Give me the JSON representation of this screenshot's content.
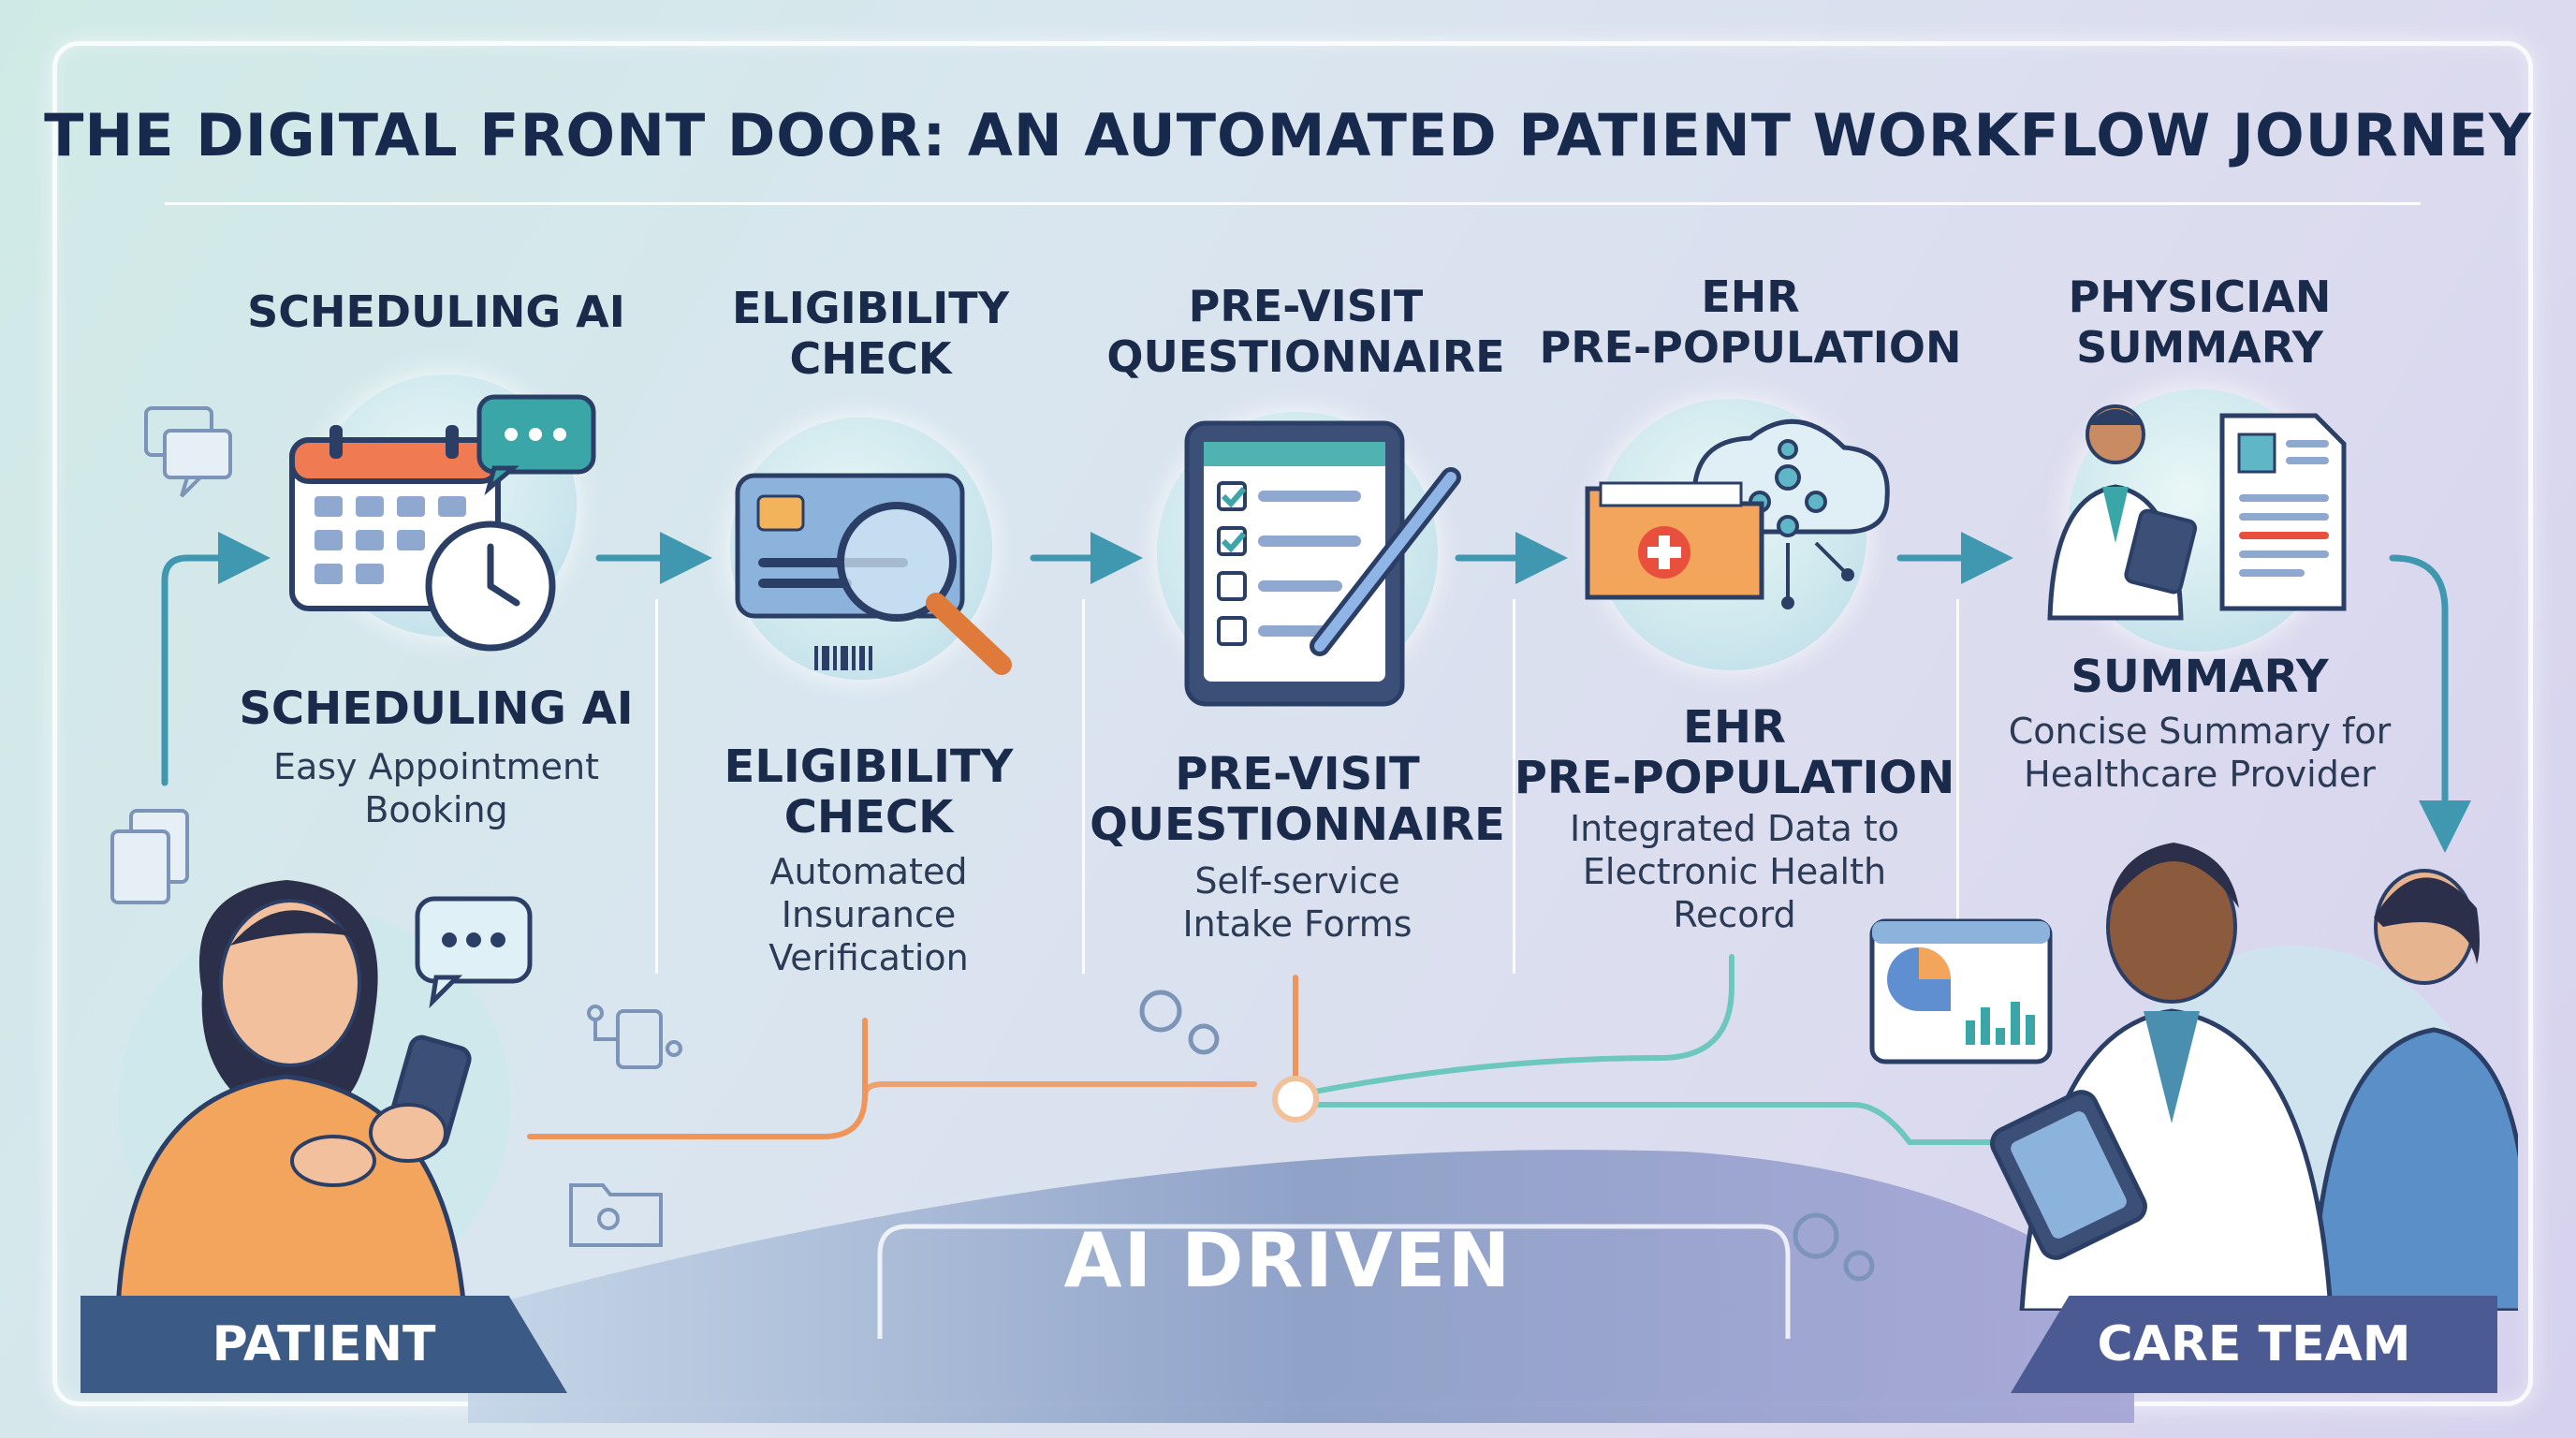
{
  "title": "THE DIGITAL FRONT DOOR: AN AUTOMATED PATIENT WORKFLOW JOURNEY",
  "stages": [
    {
      "header": "SCHEDULING AI",
      "name": "SCHEDULING AI",
      "description": "Easy Appointment\nBooking"
    },
    {
      "header": "ELIGIBILITY\nCHECK",
      "name": "ELIGIBILITY\nCHECK",
      "description": "Automated\nInsurance\nVerification"
    },
    {
      "header": "PRE-VISIT\nQUESTIONNAIRE",
      "name": "PRE-VISIT\nQUESTIONNAIRE",
      "description": "Self-service\nIntake Forms"
    },
    {
      "header": "EHR\nPRE-POPULATION",
      "name": "EHR\nPRE-POPULATION",
      "description": "Integrated Data to\nElectronic Health\nRecord"
    },
    {
      "header": "PHYSICIAN\nSUMMARY",
      "name": "SUMMARY",
      "description": "Concise Summary for\nHealthcare Provider"
    }
  ],
  "patient_label": "PATIENT",
  "care_team_label": "CARE TEAM",
  "ai_label": "AI DRIVEN",
  "colors": {
    "navy": "#1a2a4a",
    "arrow": "#3f98b0",
    "orange": "#f0955a",
    "badge": "#3c5a86"
  }
}
